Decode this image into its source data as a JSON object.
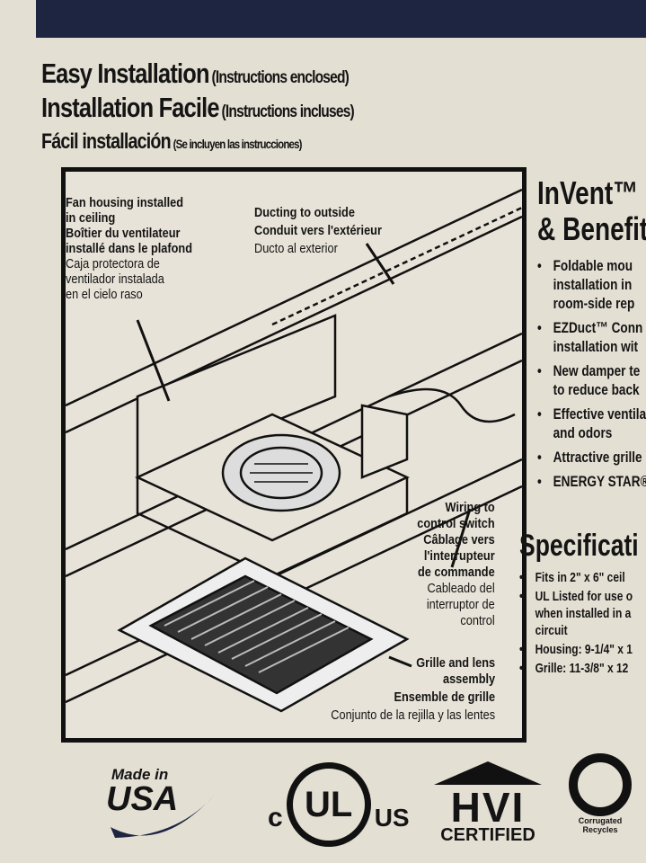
{
  "headings": [
    {
      "main": "Easy Installation",
      "sub": "(Instructions enclosed)"
    },
    {
      "main": "Installation Facile",
      "sub": "(Instructions incluses)"
    },
    {
      "main": "Fácil installación",
      "sub": "(Se incluyen las instrucciones)"
    }
  ],
  "diagram": {
    "fan_housing": [
      "Fan housing installed",
      "in ceiling",
      "Boîtier du ventilateur",
      "installé dans le plafond",
      "Caja protectora de",
      "ventilador instalada",
      "en el cielo raso"
    ],
    "ducting": [
      "Ducting to outside",
      "Conduit vers l'extérieur",
      "Ducto al exterior"
    ],
    "wiring": [
      "Wiring to",
      "control switch",
      "Câblage vers",
      "l'interrupteur",
      "de commande",
      "Cableado del",
      "interruptor de",
      "control"
    ],
    "grille": [
      "Grille and lens",
      "assembly",
      "Ensemble de grille",
      "Conjunto de la rejilla y las lentes"
    ]
  },
  "features": {
    "title": [
      "InVent™",
      "& Benefit"
    ],
    "items": [
      [
        "Foldable mou",
        "installation in",
        "room-side rep"
      ],
      [
        "EZDuct™ Conn",
        "installation wit"
      ],
      [
        "New damper te",
        "to reduce back"
      ],
      [
        "Effective ventila",
        "and odors"
      ],
      [
        "Attractive grille s"
      ],
      [
        "ENERGY STAR® qu"
      ]
    ]
  },
  "specifications": {
    "title": "Specificati",
    "items": [
      [
        "Fits in 2\" x 6\" ceil"
      ],
      [
        "UL Listed for use o",
        "when installed in a",
        "circuit"
      ],
      [
        "Housing: 9-1/4\" x 1"
      ],
      [
        "Grille: 11-3/8\" x 12"
      ]
    ]
  },
  "logos": {
    "usa": [
      "Made in",
      "USA"
    ],
    "ul": [
      "c",
      "UL",
      "US"
    ],
    "hvi": [
      "HVI",
      "CERTIFIED"
    ],
    "recycle": [
      "Corrugated",
      "Recycles"
    ]
  }
}
